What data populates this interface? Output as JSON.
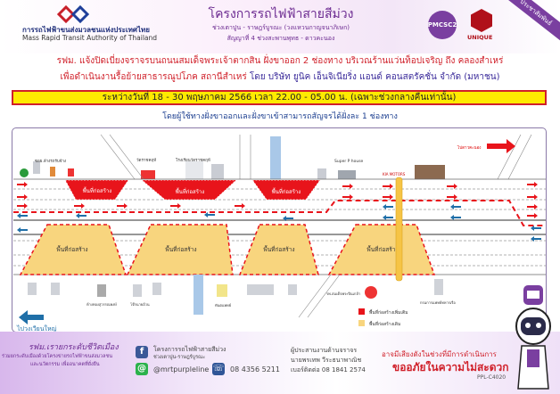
{
  "header": {
    "org_th": "การรถไฟฟ้าขนส่งมวลชนแห่งประเทศไทย",
    "org_en": "Mass Rapid Transit Authority of Thailand",
    "project_title": "โครงการรถไฟฟ้าสายสีม่วง",
    "project_sub1": "ช่วงเตาปูน - ราษฎร์บูรณะ (วงแหวนกาญจนาภิเษก)",
    "project_sub2": "สัญญาที่ 4 ช่วงสะพานพุทธ - ดาวคะนอง",
    "badge1": "PMCSC2",
    "badge2": "UNIQUE",
    "corner_tag": "ประชาสัมพันธ์"
  },
  "announcement": {
    "line1": "รฟม. แจ้งปิดเบี่ยงจราจรบนถนนสมเด็จพระเจ้าตากสิน ฝั่งขาออก 2 ช่องทาง บริเวณร้านแว่นท็อปเจริญ ถึง คลองสำเหร่",
    "line2_red": "เพื่อดำเนินงานรื้อย้ายสาธารณูปโภค สถานีสำเหร่",
    "line2_blue": "โดย บริษัท ยูนิค เอ็นจิเนียริ่ง แอนด์ คอนสตรัคชั่น จำกัด (มหาชน)",
    "banner": "ระหว่างวันที่ 18 - 30 พฤษภาคม 2566 เวลา 22.00 - 05.00 น. (เฉพาะช่วงกลางคืนเท่านั้น)",
    "subline": "โดยผู้ใช้ทางฝั่งขาออกและฝั่งขาเข้าสามารถสัญจรได้ฝั่งละ 1 ช่องทาง"
  },
  "map": {
    "zone_label": "พื้นที่ก่อสร้าง",
    "to_right": "ไปดาวคะนอง",
    "to_left": "ไปวงเวียนใหญ่",
    "landmarks_top": [
      "ซอย.ล้างรถรับจ้าง",
      "วัดราชคฤห์",
      "โรงเรียนวัดราชคฤห์",
      "Super P house",
      "KIA MOTORS"
    ],
    "landmarks_bottom": [
      "ห้างทองสุวรรณพงษ์",
      "โจ๊กนายอ้วน",
      "ทันตแพทย์",
      "รพ.สมเด็จพระปิ่นเกล้า",
      "กรมการแพทย์ทหารเรือ"
    ],
    "legend": [
      {
        "label": "พื้นที่ก่อสร้างเพิ่มเติม",
        "color": "#e8141b"
      },
      {
        "label": "พื้นที่ก่อสร้างเดิม",
        "color": "#f8d57e"
      }
    ]
  },
  "footer": {
    "slogan": "รฟม.เรายกระดับชีวิตเมือง",
    "slogan_sub1": "ร่วมยกระดับเมืองด้วยโครงข่ายรถไฟฟ้าขนส่งมวลชน",
    "slogan_sub2": "และนวัตกรรม เพื่ออนาคตที่ยั่งยืน",
    "fb_name": "โครงการรถไฟฟ้าสายสีม่วง",
    "fb_sub": "ช่วงเตาปูน-ราษฎร์บูรณะ",
    "line_id": "@mrtpurpleline",
    "phone": "08 4356 5211",
    "coord_title": "ผู้ประสานงานด้านจราจร",
    "coord_name": "นายพรเทพ วีระธนาพาณิช",
    "coord_phone": "เบอร์ติดต่อ 08 1841 2574",
    "notice1": "อาจมีเสียงดังในช่วงที่มีการดำเนินการ",
    "notice2": "ขออภัยในความไม่สะดวก",
    "code": "PPL-C4020"
  }
}
